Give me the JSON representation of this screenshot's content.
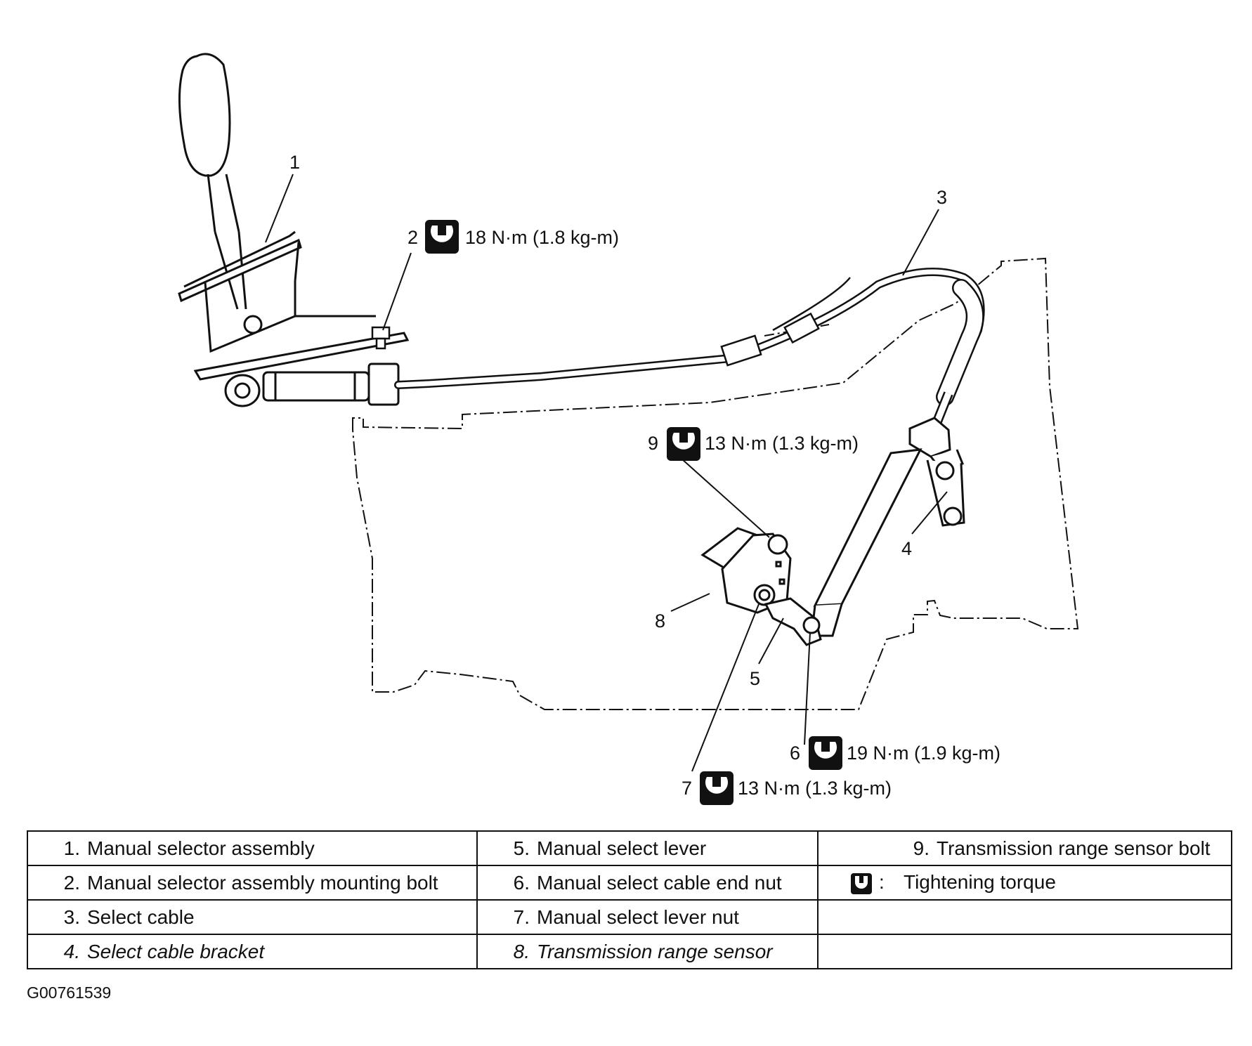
{
  "callouts": [
    {
      "num": "1"
    },
    {
      "num": "2",
      "torque": "18 N·m (1.8 kg-m)"
    },
    {
      "num": "3"
    },
    {
      "num": "4"
    },
    {
      "num": "5"
    },
    {
      "num": "6",
      "torque": "19 N·m (1.9 kg-m)"
    },
    {
      "num": "7",
      "torque": "13 N·m (1.3 kg-m)"
    },
    {
      "num": "8"
    },
    {
      "num": "9",
      "torque": "13 N·m (1.3 kg-m)"
    }
  ],
  "legend": {
    "rows": [
      [
        {
          "num": "1.",
          "label": "Manual selector assembly"
        },
        {
          "num": "5.",
          "label": "Manual select lever"
        },
        {
          "num": "9.",
          "label": "Transmission range sensor bolt"
        }
      ],
      [
        {
          "num": "2.",
          "label": "Manual selector assembly mounting bolt"
        },
        {
          "num": "6.",
          "label": "Manual select cable end nut"
        },
        {
          "num": ":",
          "label": "Tightening torque"
        }
      ],
      [
        {
          "num": "3.",
          "label": "Select cable"
        },
        {
          "num": "7.",
          "label": "Manual select lever nut"
        },
        {
          "num": "",
          "label": ""
        }
      ],
      [
        {
          "num": "4.",
          "label": "Select cable bracket"
        },
        {
          "num": "8.",
          "label": "Transmission range sensor"
        },
        {
          "num": "",
          "label": ""
        }
      ]
    ]
  },
  "icons": {
    "torque_symbol": "wrench-torque-icon"
  },
  "figure_id": "G00761539"
}
